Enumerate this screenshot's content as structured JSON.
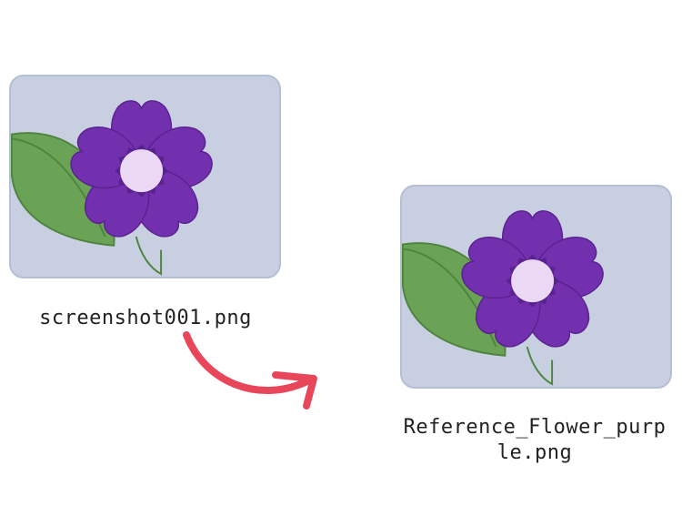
{
  "files": {
    "source": {
      "filename": "screenshot001.png",
      "image_icon": "flower-image-icon"
    },
    "renamed": {
      "filename_line1": "Reference_Flower_purp",
      "filename_line2": "le.png",
      "image_icon": "flower-image-icon"
    }
  },
  "arrow": {
    "icon": "curved-arrow-icon",
    "color": "#e8475b"
  },
  "colors": {
    "thumb_bg": "#c7cfe1",
    "petal": "#7330ae",
    "petal_stroke": "#5a2290",
    "center": "#ead8f4",
    "leaf": "#6aa356",
    "leaf_stroke": "#4f8440"
  }
}
